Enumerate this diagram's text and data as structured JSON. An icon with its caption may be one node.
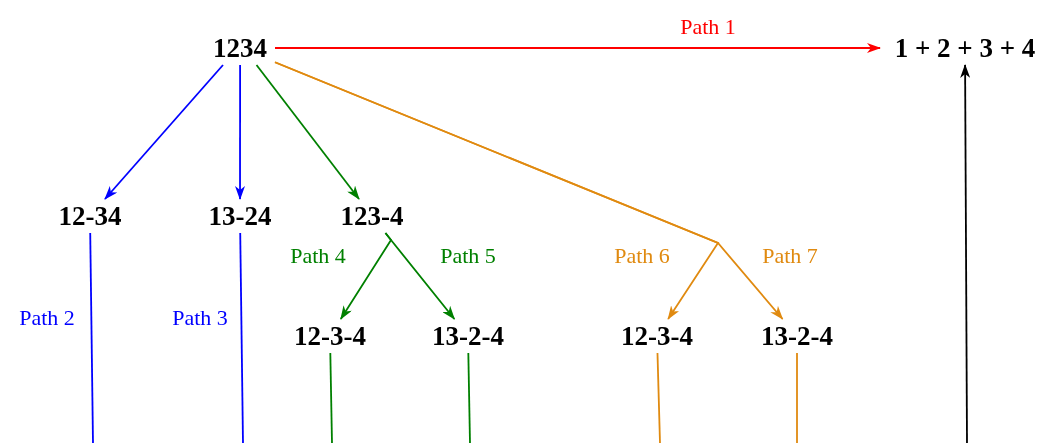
{
  "diagram": {
    "nodes": [
      {
        "text": [
          "1234"
        ]
      },
      {
        "text": [
          "1 + 2 + 3 + 4"
        ]
      },
      {
        "text": [
          "12-34"
        ]
      },
      {
        "text": [
          "13-24"
        ]
      },
      {
        "text": [
          "123-4"
        ]
      },
      {
        "text": [
          "12-3-4"
        ]
      },
      {
        "text": [
          "13-2-4"
        ]
      },
      {
        "text": [
          "12-3-4"
        ]
      },
      {
        "text": [
          "13-2-4"
        ]
      }
    ],
    "edges": [
      {
        "from": 0,
        "to": 1,
        "arrow": "to",
        "label": "Path 1",
        "color": "#ff0000"
      },
      {
        "from": 0,
        "to": 2,
        "arrow": "to",
        "color": "#0000ff"
      },
      {
        "from": 0,
        "to": 3,
        "arrow": "to",
        "color": "#0000ff"
      },
      {
        "from": 0,
        "to": 4,
        "arrow": "to",
        "color": "#008000"
      },
      {
        "from": 0,
        "to": 7,
        "arrow": "to",
        "label": "Path 6",
        "color": "#e08a10"
      },
      {
        "from": 0,
        "to": 8,
        "arrow": "to",
        "label": "Path 7",
        "color": "#e08a10"
      },
      {
        "from": 4,
        "to": 5,
        "arrow": "to",
        "label": "Path 4",
        "color": "#008000"
      },
      {
        "from": 4,
        "to": 6,
        "arrow": "to",
        "label": "Path 5",
        "color": "#008000"
      },
      {
        "from": 2,
        "to": null,
        "arrow": "none",
        "label": "Path 2",
        "color": "#0000ff"
      },
      {
        "from": 3,
        "to": null,
        "arrow": "none",
        "label": "Path 3",
        "color": "#0000ff"
      },
      {
        "from": 5,
        "to": null,
        "arrow": "none",
        "color": "#008000"
      },
      {
        "from": 6,
        "to": null,
        "arrow": "none",
        "color": "#008000"
      },
      {
        "from": 7,
        "to": null,
        "arrow": "none",
        "color": "#e08a10"
      },
      {
        "from": 8,
        "to": null,
        "arrow": "none",
        "color": "#e08a10"
      },
      {
        "from": null,
        "to": 1,
        "arrow": "to",
        "color": "#000000"
      }
    ]
  }
}
